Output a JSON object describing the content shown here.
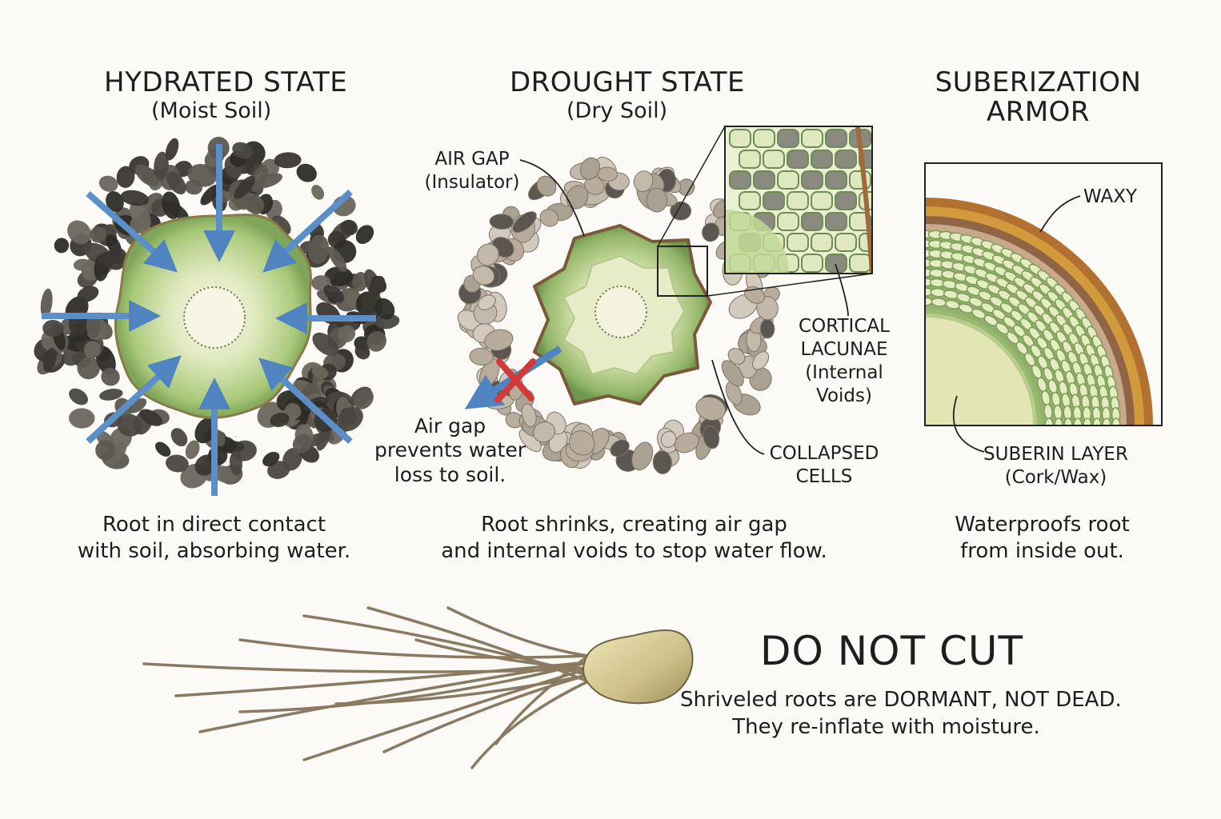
{
  "panels": {
    "hydrated": {
      "title": "HYDRATED STATE",
      "subtitle": "(Moist Soil)",
      "caption_line1": "Root in direct contact",
      "caption_line2": "with soil, absorbing water."
    },
    "drought": {
      "title": "DROUGHT STATE",
      "subtitle": "(Dry Soil)",
      "air_gap_label": "AIR GAP",
      "air_gap_sub": "(Insulator)",
      "note_line1": "Air gap",
      "note_line2": "prevents water",
      "note_line3": "loss to soil.",
      "lacunae_line1": "CORTICAL",
      "lacunae_line2": "LACUNAE",
      "lacunae_line3": "(Internal",
      "lacunae_line4": "Voids)",
      "collapsed_line1": "COLLAPSED",
      "collapsed_line2": "CELLS",
      "caption_line1": "Root shrinks, creating air gap",
      "caption_line2": "and internal voids to stop water flow."
    },
    "suberization": {
      "title_line1": "SUBERIZATION",
      "title_line2": "ARMOR",
      "waxy_label": "WAXY",
      "suberin_label": "SUBERIN LAYER",
      "suberin_sub": "(Cork/Wax)",
      "caption_line1": "Waterproofs root",
      "caption_line2": "from inside out."
    }
  },
  "warning": {
    "heading": "DO NOT CUT",
    "line1": "Shriveled roots are DORMANT, NOT DEAD.",
    "line2": "They re-inflate with moisture."
  },
  "colors": {
    "background": "#fbfaf6",
    "water_arrow": "#5b8fc9",
    "root_green": "#a9c97a",
    "root_core": "#eef2d6",
    "soil_dark": "#3d3a35",
    "soil_light": "#a29a8c",
    "blocked_x": "#d23a3a",
    "wax_amber": "#b98a2e",
    "cork_brown": "#9a7a5a"
  },
  "icons": [
    "water-flow-arrow-icon",
    "blocked-x-icon"
  ]
}
